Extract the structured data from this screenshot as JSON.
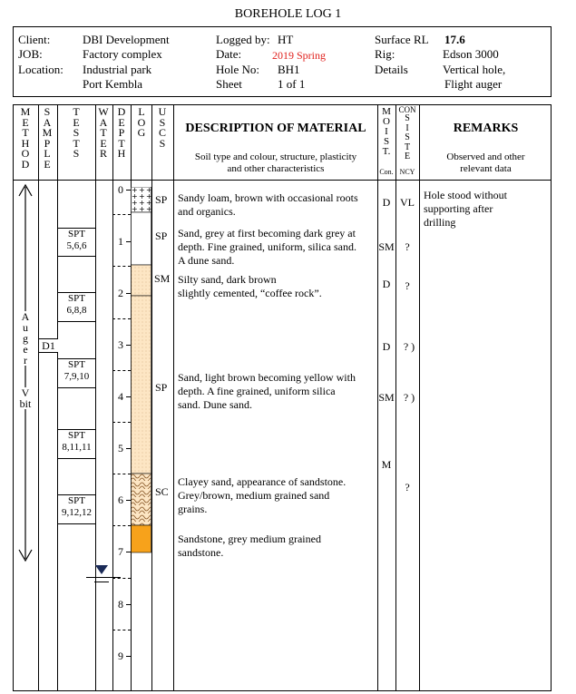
{
  "title": "BOREHOLE LOG 1",
  "info": {
    "client_label": "Client:",
    "client_value": "DBI Development",
    "job_label": "JOB:",
    "job_value": "Factory complex",
    "location_label": "Location:",
    "location_value_1": "Industrial park",
    "location_value_2": "Port Kembla",
    "logged_label": "Logged by:",
    "logged_value": "HT",
    "date_label": "Date:",
    "date_value": "2019 Spring",
    "hole_label": "Hole No:",
    "hole_value": "BH1",
    "sheet_label": "Sheet",
    "sheet_value": "1 of 1",
    "surface_label": "Surface RL",
    "surface_value": "17.6",
    "rig_label": "Rig:",
    "rig_value": "Edson 3000",
    "details_label": "Details",
    "details_value_1": "Vertical hole,",
    "details_value_2": "Flight auger"
  },
  "headers": {
    "method": [
      "M",
      "E",
      "T",
      "H",
      "O",
      "D"
    ],
    "samples": [
      "S",
      "A",
      "M",
      "P",
      "L",
      "E"
    ],
    "tests": [
      "T",
      "E",
      "S",
      "T",
      "S"
    ],
    "water": [
      "W",
      "A",
      "T",
      "E",
      "R"
    ],
    "depth": [
      "D",
      "E",
      "P",
      "T",
      "H"
    ],
    "log": [
      "L",
      "O",
      "G"
    ],
    "uscs": [
      "U",
      "S",
      "C",
      "S"
    ],
    "moist": [
      "M",
      "O",
      "I",
      "S",
      "T."
    ],
    "moist_sub": "Con.",
    "consist_top": "CON",
    "consist": [
      "S",
      "I",
      "S",
      "T",
      "E"
    ],
    "consist_sub": "NCY",
    "description_title": "DESCRIPTION OF MATERIAL",
    "description_sub_1": "Soil type and colour, structure, plasticity",
    "description_sub_2": "and other characteristics",
    "remarks_title": "REMARKS",
    "remarks_sub_1": "Observed and other",
    "remarks_sub_2": "relevant data"
  },
  "method_text": {
    "auger": [
      "A",
      "u",
      "g",
      "e",
      "r"
    ],
    "v": "V",
    "bit": "bit"
  },
  "sample_label": "D1",
  "tests": [
    {
      "label": "SPT",
      "value": "5,6,6"
    },
    {
      "label": "SPT",
      "value": "6,8,8"
    },
    {
      "label": "SPT",
      "value": "7,9,10"
    },
    {
      "label": "SPT",
      "value": "8,11,11"
    },
    {
      "label": "SPT",
      "value": "9,12,12"
    }
  ],
  "depths": [
    "0",
    "1",
    "2",
    "3",
    "4",
    "5",
    "6",
    "7",
    "8",
    "9"
  ],
  "layers": [
    {
      "uscs": "SP",
      "desc": [
        "Sandy loam, brown with occasional roots",
        "and organics."
      ],
      "moist": "D",
      "consist": "VL",
      "remarks": [
        "Hole stood without",
        "supporting after",
        "drilling"
      ]
    },
    {
      "uscs": "SP",
      "desc": [
        "Sand, grey at first becoming dark grey at",
        "depth. Fine grained, uniform, silica sand.",
        "A dune sand."
      ],
      "moist": "SM",
      "consist": "?"
    },
    {
      "uscs": "SM",
      "desc": [
        "Silty sand, dark brown",
        "slightly cemented, “coffee rock”."
      ],
      "moist": "D",
      "consist": "?"
    },
    {
      "uscs": "SP",
      "desc": [
        "Sand, light brown becoming yellow with",
        "depth. A fine grained, uniform silica",
        "sand. Dune sand."
      ],
      "moist": "SM",
      "consist": "? )"
    },
    {
      "uscs": "SC",
      "desc": [
        "Clayey sand, appearance of sandstone.",
        "Grey/brown, medium grained sand",
        "grains."
      ],
      "moist": "M",
      "consist": "?"
    },
    {
      "uscs": "",
      "desc": [
        "Sandstone, grey medium grained",
        "sandstone."
      ],
      "moist": "",
      "consist": ""
    }
  ],
  "extra_marks": {
    "moist_d2": "D",
    "consist_q2": "? )"
  },
  "colors": {
    "sand": "#fde6c4",
    "rock": "#f7a21b",
    "line": "#000000"
  }
}
